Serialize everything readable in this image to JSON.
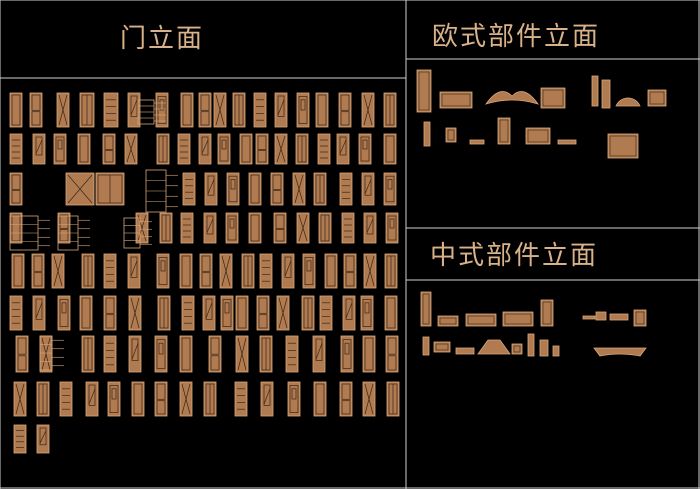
{
  "sections": {
    "doors_title": "门立面",
    "european_title": "欧式部件立面",
    "chinese_title": "中式部件立面"
  },
  "colors": {
    "background": "#000000",
    "frame_line": "#cfcfcf",
    "door_fill": "#b07b50",
    "door_stroke": "#d9a77a",
    "detail": "#3a2616",
    "text": "#d9b28a"
  }
}
